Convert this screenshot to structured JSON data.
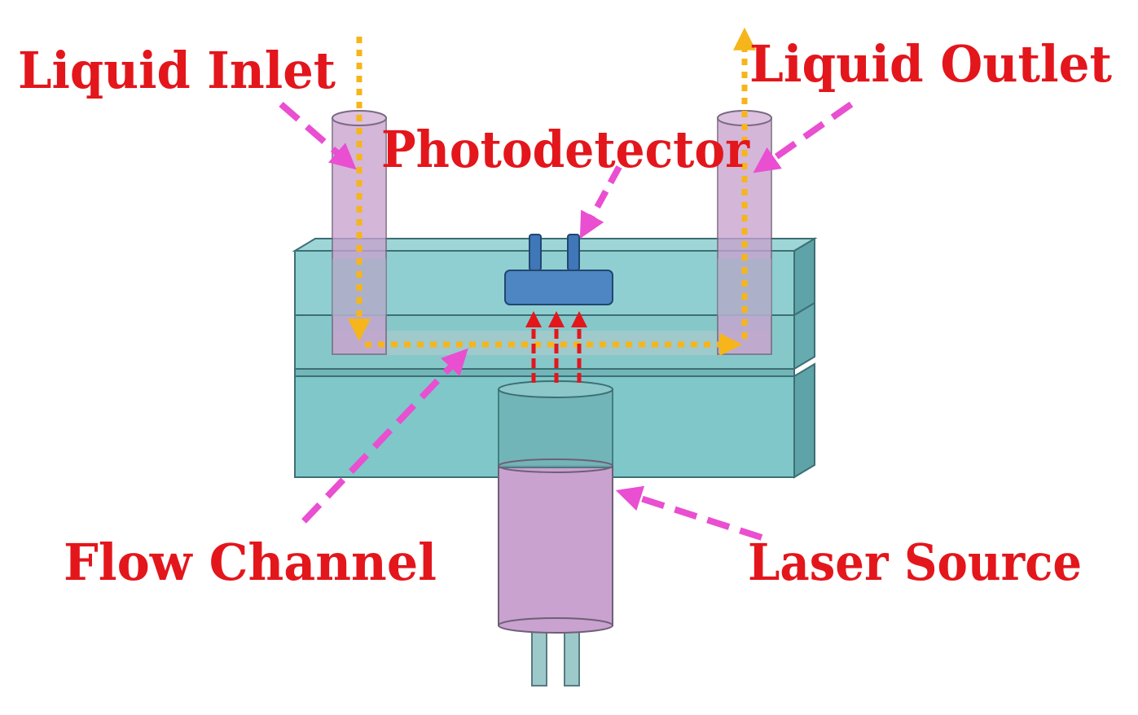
{
  "labels": {
    "liquid_inlet": "Liquid Inlet",
    "liquid_outlet": "Liquid Outlet",
    "photodetector": "Photodetector",
    "flow_channel": "Flow Channel",
    "laser_source": "Laser Source"
  },
  "colors": {
    "label_text": "#e3161c",
    "callout_arrow": "#e94fd0",
    "flow_path": "#f6b51a",
    "laser_beam": "#e3161c",
    "chip_body": "#7fc7c9",
    "chip_edge": "#3d6f74",
    "tube": "#c9a2cf",
    "photodetector": "#3f77b8"
  },
  "icons": {
    "callout": "dashed-arrow",
    "flow": "dotted-arrow",
    "beam": "dashed-arrow"
  }
}
